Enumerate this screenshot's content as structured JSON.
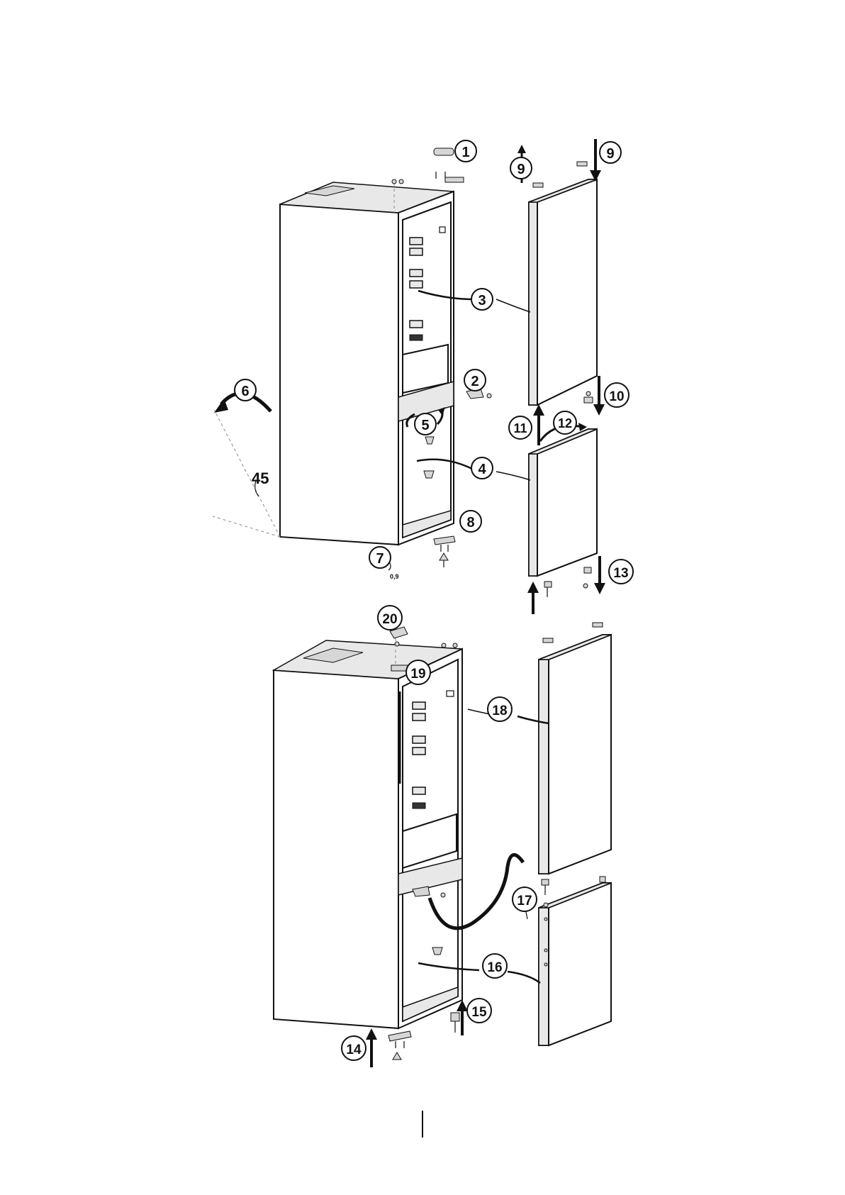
{
  "diagram": {
    "callouts": [
      {
        "id": "c1",
        "text": "1"
      },
      {
        "id": "c2",
        "text": "2"
      },
      {
        "id": "c3",
        "text": "3"
      },
      {
        "id": "c4",
        "text": "4"
      },
      {
        "id": "c5",
        "text": "5"
      },
      {
        "id": "c6",
        "text": "6"
      },
      {
        "id": "c7",
        "text": "7"
      },
      {
        "id": "c8",
        "text": "8"
      },
      {
        "id": "c9a",
        "text": "9"
      },
      {
        "id": "c9b",
        "text": "9"
      },
      {
        "id": "c10",
        "text": "10"
      },
      {
        "id": "c11",
        "text": "11"
      },
      {
        "id": "c12",
        "text": "12"
      },
      {
        "id": "c13",
        "text": "13"
      },
      {
        "id": "c14",
        "text": "14"
      },
      {
        "id": "c15",
        "text": "15"
      },
      {
        "id": "c16",
        "text": "16"
      },
      {
        "id": "c17",
        "text": "17"
      },
      {
        "id": "c18",
        "text": "18"
      },
      {
        "id": "c19",
        "text": "19"
      },
      {
        "id": "c20",
        "text": "20"
      }
    ],
    "angle_label": "45",
    "small_mark": "0,9"
  }
}
